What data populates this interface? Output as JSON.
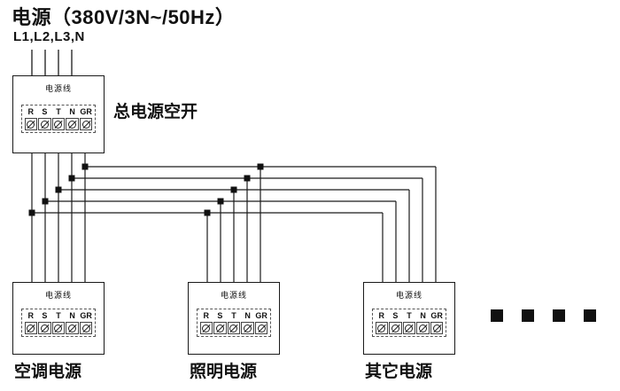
{
  "header": {
    "title": "电源（380V/3N~/50Hz）",
    "feed_wires_label": "L1,L2,L3,N"
  },
  "main_breaker": {
    "label": "总电源空开"
  },
  "box_inner_label": "电源线",
  "terminals": [
    "R",
    "S",
    "T",
    "N",
    "GR"
  ],
  "branches": [
    {
      "label": "空调电源"
    },
    {
      "label": "照明电源"
    },
    {
      "label": "其它电源"
    }
  ],
  "continuation": {
    "squares": 4
  },
  "colors": {
    "wire": "#1a1a1a",
    "junction": "#111111",
    "background": "#ffffff",
    "text": "#111111"
  }
}
